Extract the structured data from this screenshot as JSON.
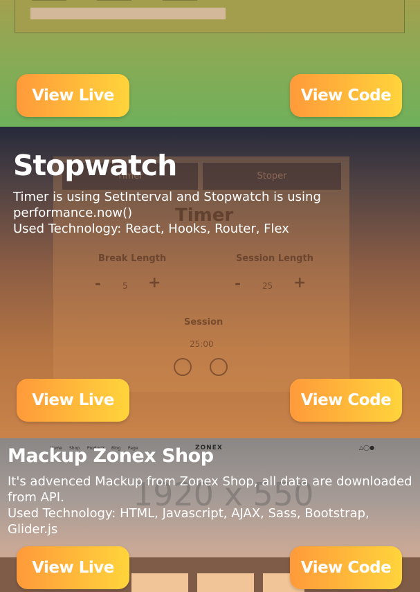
{
  "projects": [
    {
      "view_live": "View Live",
      "view_code": "View Code"
    },
    {
      "title": "Stopwatch",
      "description": "Timer is using SetInterval and Stopwatch is using performance.now()",
      "technology": "Used Technology: React, Hooks, Router, Flex",
      "view_live": "View Live",
      "view_code": "View Code",
      "preview": {
        "tab_timer": "Timer",
        "tab_stoper": "Stoper",
        "heading": "Timer",
        "break_label": "Break Length",
        "break_value": "5",
        "session_label": "Session Length",
        "session_value": "25",
        "minus": "-",
        "plus": "+",
        "status": "Session",
        "time": "25:00"
      }
    },
    {
      "title": "Mackup Zonex Shop",
      "description": "It's advenced Mackup from Zonex Shop, all data are downloaded from API.",
      "technology": "Used Technology: HTML, Javascript, AJAX, Sass, Bootstrap, Glider.js",
      "view_live": "View Live",
      "view_code": "View Code",
      "preview": {
        "nav": [
          "Home",
          "Shop",
          "Products",
          "Blog",
          "Page"
        ],
        "logo": "ZONEX",
        "placeholder": "1920 x 550"
      }
    }
  ],
  "colors": {
    "button_gradient_start": "#ff9a3a",
    "button_gradient_end": "#ffd43b",
    "text": "#ffffff"
  }
}
